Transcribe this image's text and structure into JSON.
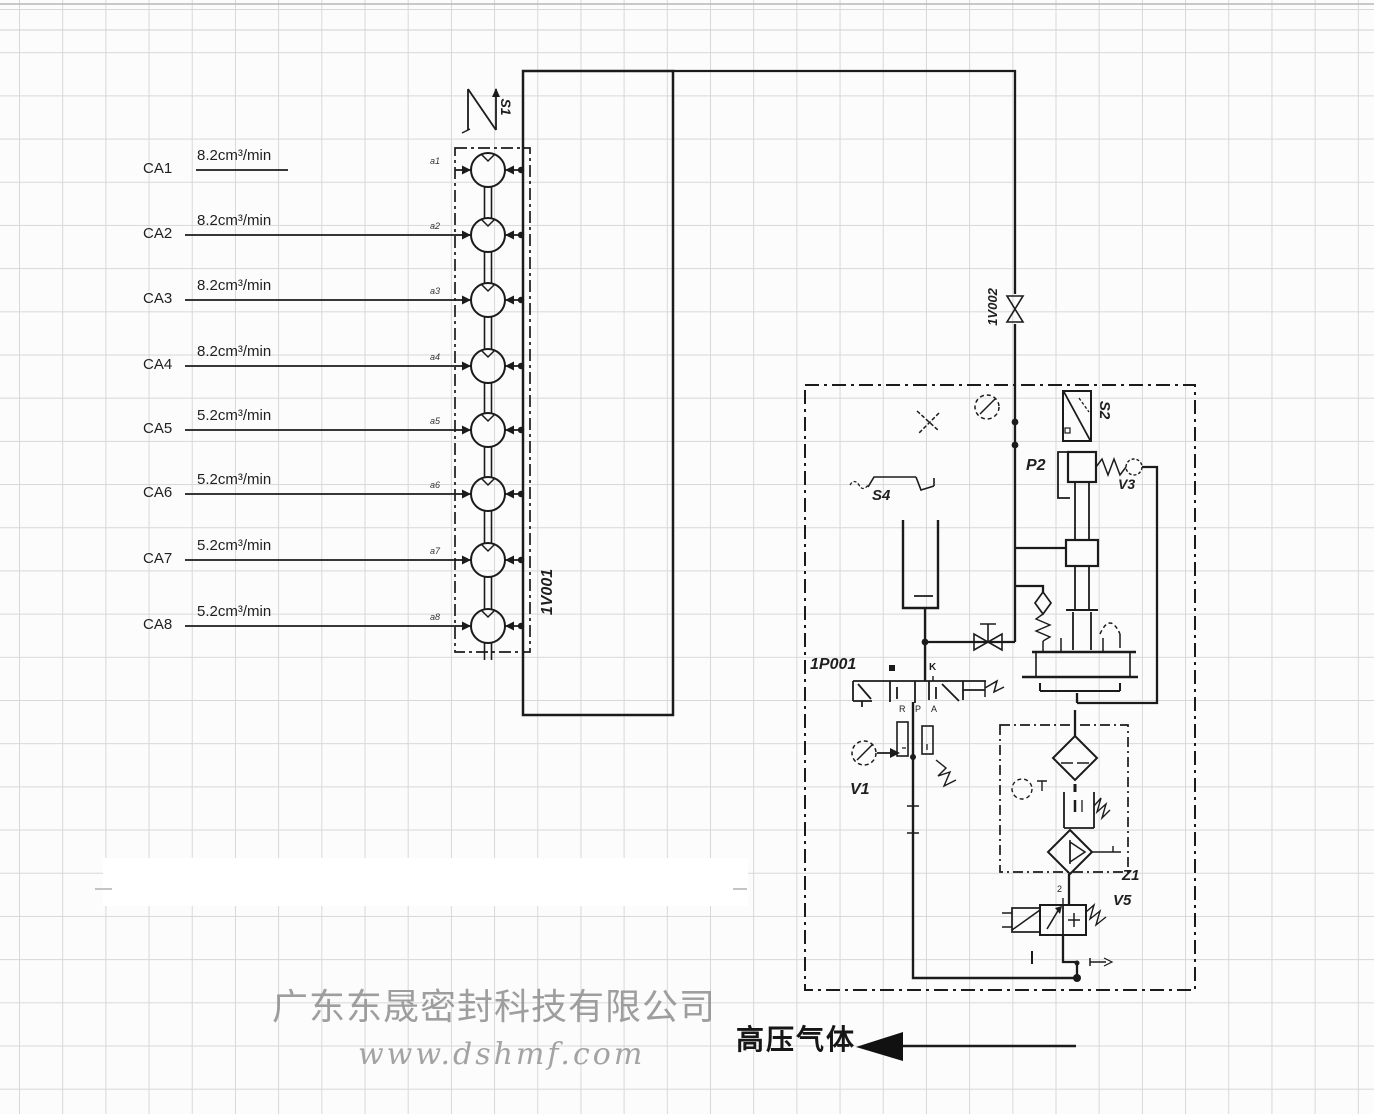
{
  "diagram": {
    "channels": [
      {
        "name": "CA1",
        "flow": "8.2cm³/min",
        "port": "a1"
      },
      {
        "name": "CA2",
        "flow": "8.2cm³/min",
        "port": "a2"
      },
      {
        "name": "CA3",
        "flow": "8.2cm³/min",
        "port": "a3"
      },
      {
        "name": "CA4",
        "flow": "8.2cm³/min",
        "port": "a4"
      },
      {
        "name": "CA5",
        "flow": "5.2cm³/min",
        "port": "a5"
      },
      {
        "name": "CA6",
        "flow": "5.2cm³/min",
        "port": "a6"
      },
      {
        "name": "CA7",
        "flow": "5.2cm³/min",
        "port": "a7"
      },
      {
        "name": "CA8",
        "flow": "5.2cm³/min",
        "port": "a8"
      }
    ],
    "labels": {
      "s1": "S1",
      "manifold": "1V001",
      "line_valve": "1V002",
      "sensor": "S2",
      "p2": "P2",
      "v3": "V3",
      "s4": "S4",
      "main_valve": "1P001",
      "k_port": "K",
      "valve_ports": [
        "R",
        "P",
        "A"
      ],
      "v1": "V1",
      "frl": "Z1",
      "v5": "V5",
      "port2": "2",
      "flow_arrow": "高压气体"
    },
    "watermark": {
      "company": "广东东晟密封科技有限公司",
      "website": "www.dshmf.com"
    },
    "colors": {
      "line": "#1b1b1b",
      "grid": "#d8d8d8",
      "background": "#fcfcfc",
      "watermark": "#8e8e8e"
    }
  }
}
